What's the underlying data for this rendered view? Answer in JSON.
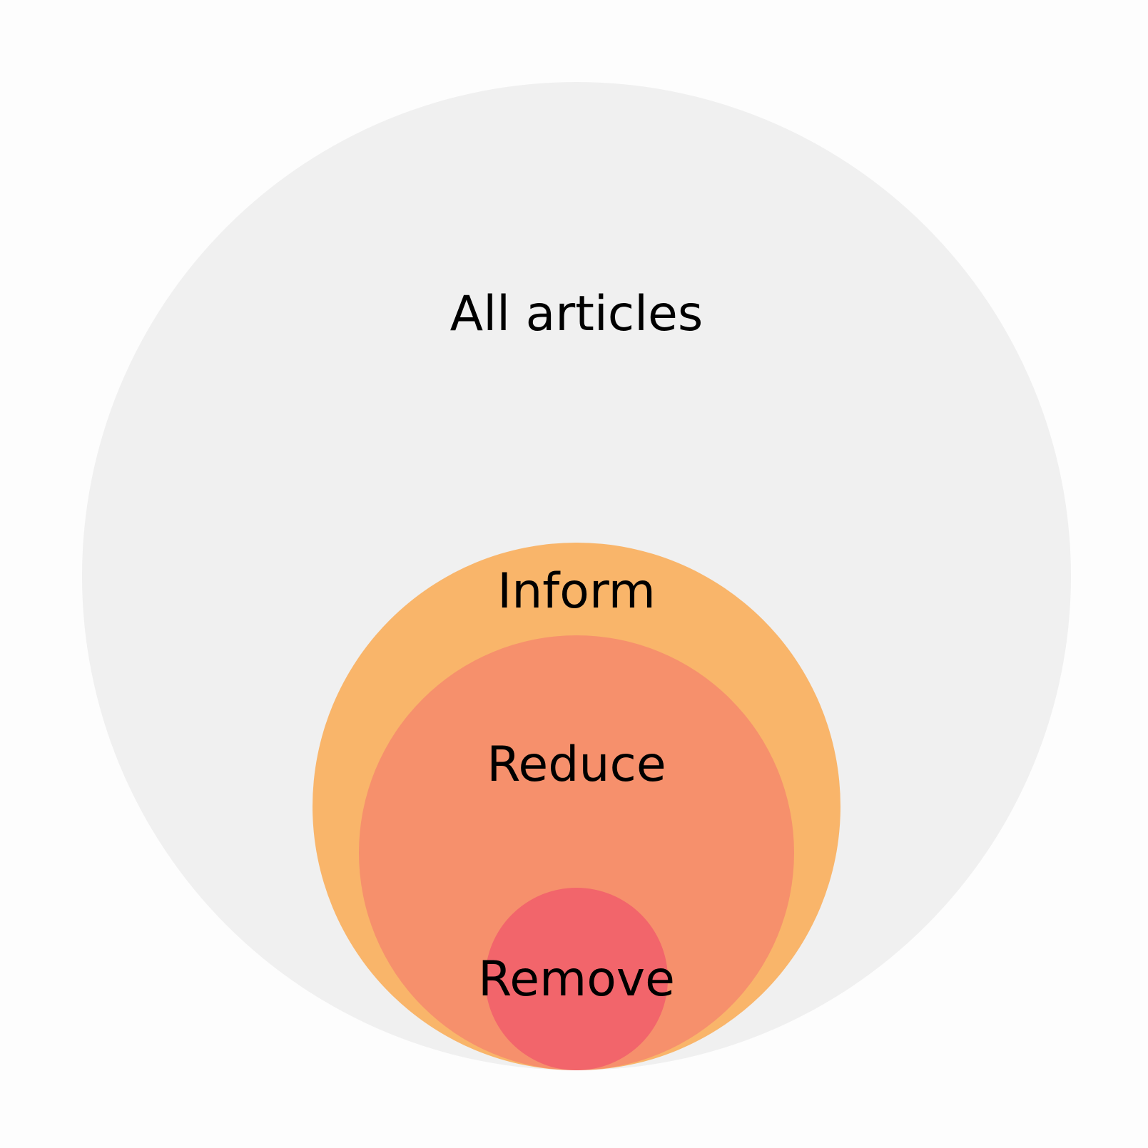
{
  "diagram": {
    "background": "#fdfdfd",
    "circles": [
      {
        "id": "all-articles",
        "label": "All articles",
        "color": "#f0f0f0"
      },
      {
        "id": "inform",
        "label": "Inform",
        "color": "#f9b56a"
      },
      {
        "id": "reduce",
        "label": "Reduce",
        "color": "#f6906c"
      },
      {
        "id": "remove",
        "label": "Remove",
        "color": "#f2656b"
      }
    ]
  }
}
